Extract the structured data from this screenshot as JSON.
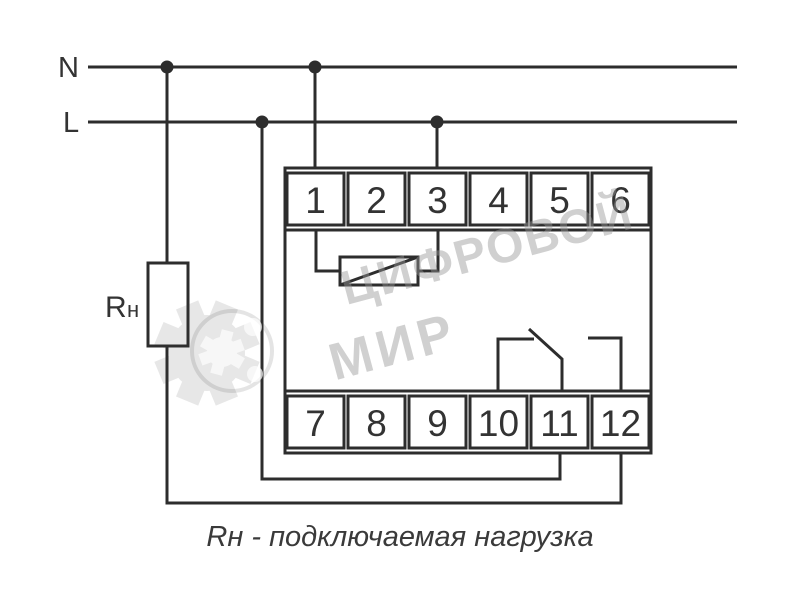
{
  "labels": {
    "n": "N",
    "l": "L"
  },
  "load": {
    "r": "R",
    "n": "н"
  },
  "device": {
    "top_terminals": [
      "1",
      "2",
      "3",
      "4",
      "5",
      "6"
    ],
    "bottom_terminals": [
      "7",
      "8",
      "9",
      "10",
      "11",
      "12"
    ]
  },
  "watermark": {
    "word1": "ЦИФРОВОЙ",
    "word2": "МИР"
  },
  "caption": "Rн - подключаемая нагрузка",
  "colors": {
    "line": "#2d2d2d",
    "label_text": "#333333",
    "caption_text": "#3a3a3a",
    "watermark": "#d9d9d9",
    "background": "#ffffff"
  }
}
